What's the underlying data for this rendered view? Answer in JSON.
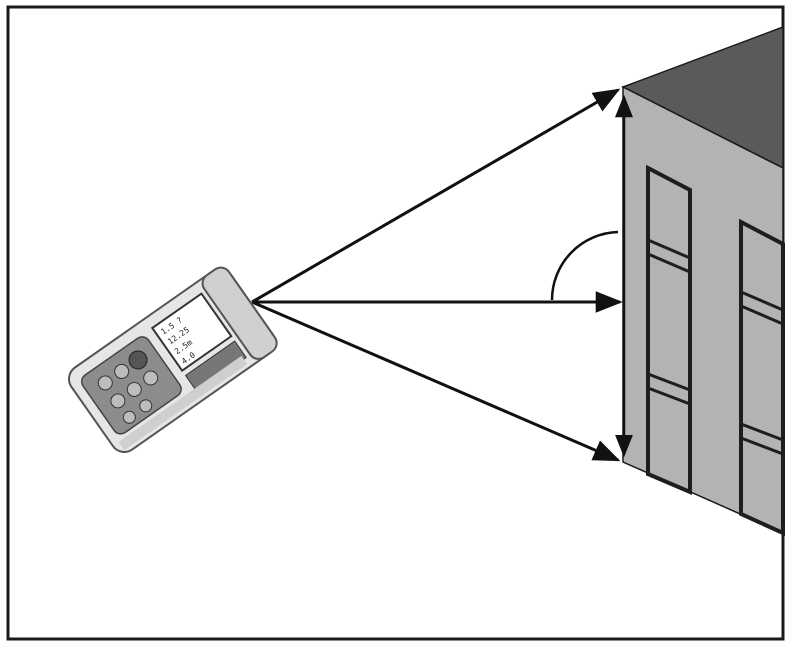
{
  "figure": {
    "subject": "laser distance meter measuring building height indirectly",
    "colors": {
      "frame": "#1a1a1a",
      "building_front": "#b3b3b3",
      "building_top": "#5a5a5a",
      "window_frame": "#1e1e1e",
      "arrow": "#111111",
      "device_body": "#e6e6e6",
      "device_screen": "#ffffff",
      "device_keypad": "#8c8c8c"
    },
    "icons": [
      "laser-distance-meter-icon",
      "building-icon",
      "angle-arc-icon"
    ]
  },
  "device": {
    "display_lines": [
      "1.5 ?",
      "12.25",
      "2.5m",
      "4.0"
    ]
  }
}
